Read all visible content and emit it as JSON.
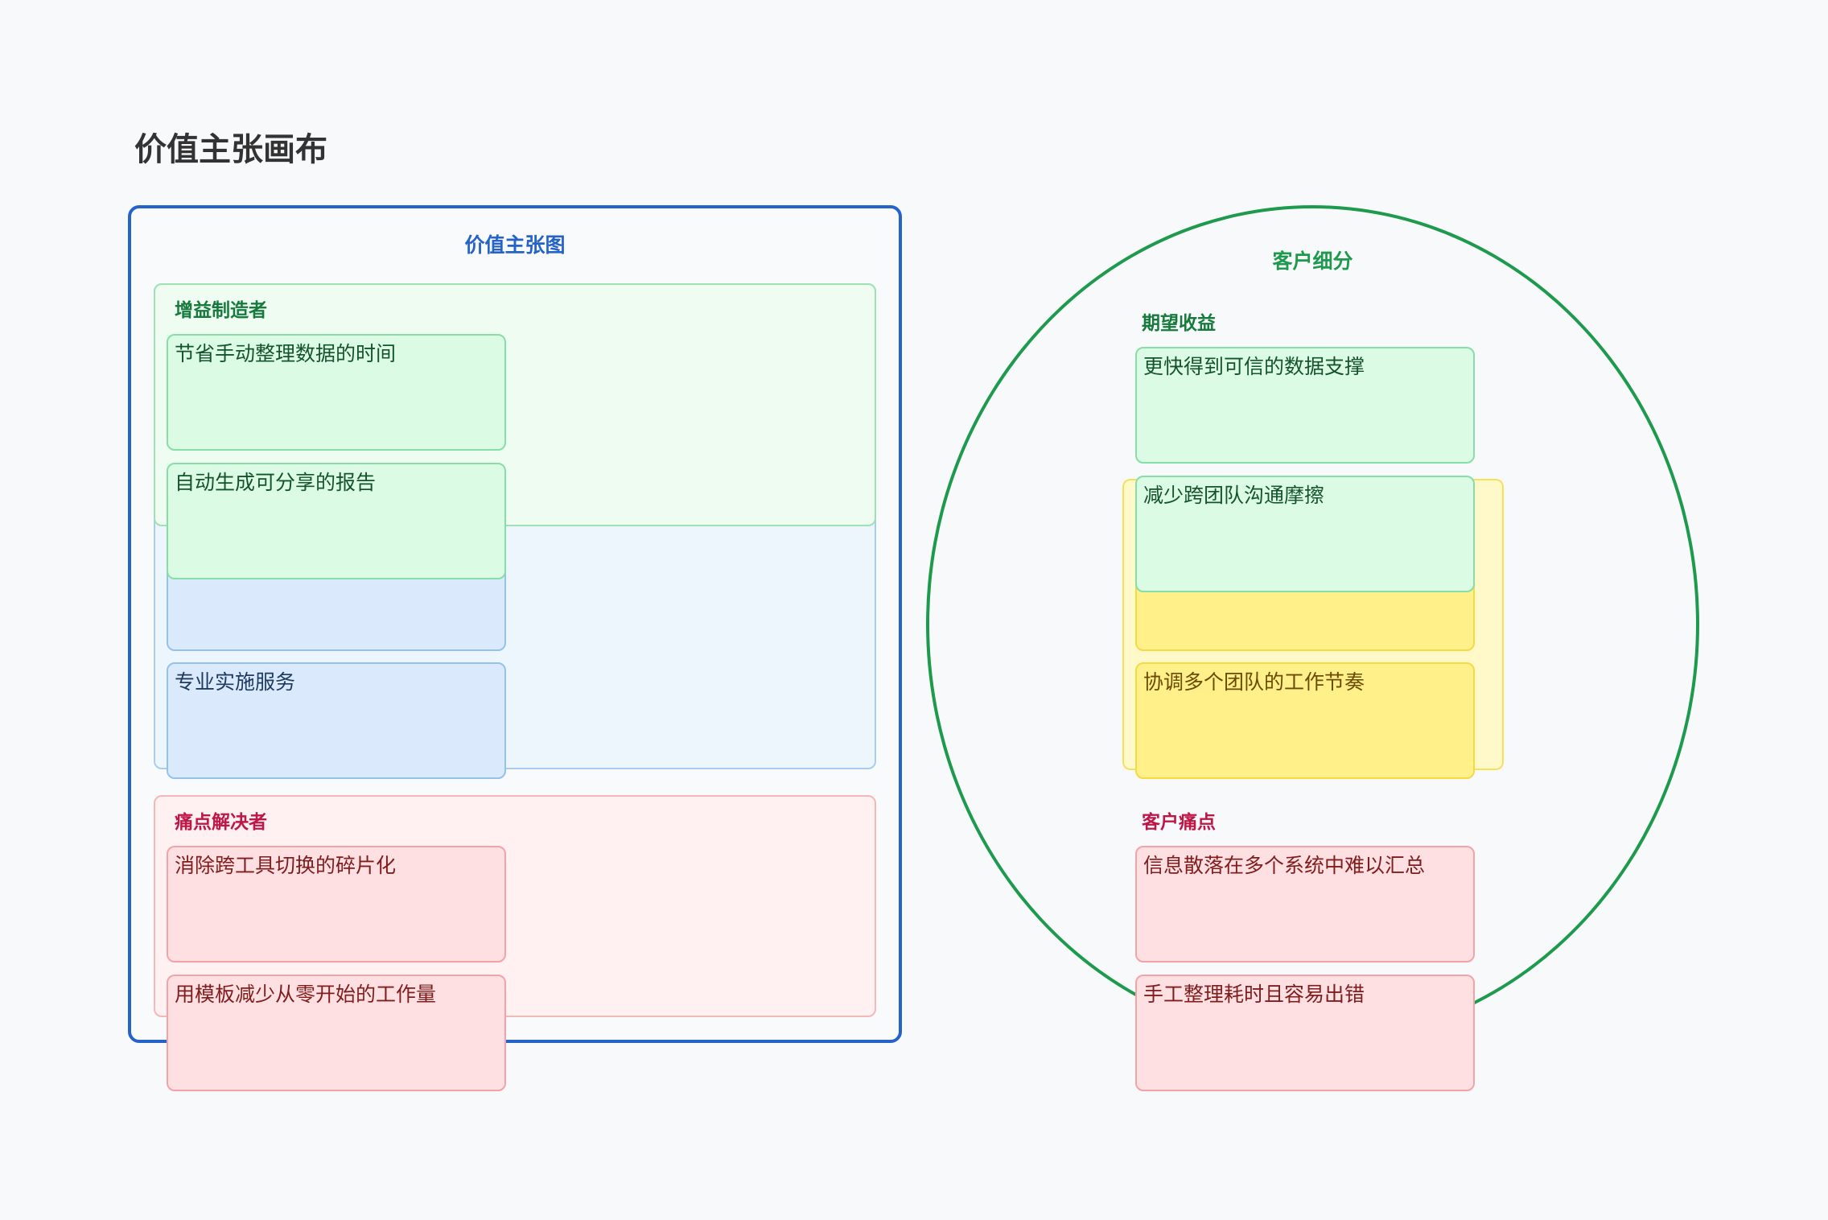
{
  "title": "价值主张画布",
  "value_map": {
    "heading": "价值主张图",
    "gain_creators": {
      "label": "增益制造者",
      "items": [
        "节省手动整理数据的时间",
        "自动生成可分享的报告"
      ]
    },
    "products_services": {
      "items": [
        "",
        "专业实施服务"
      ]
    },
    "pain_relievers": {
      "label": "痛点解决者",
      "items": [
        "消除跨工具切换的碎片化",
        "用模板减少从零开始的工作量"
      ]
    }
  },
  "customer_segment": {
    "heading": "客户细分",
    "gains": {
      "label": "期望收益",
      "items": [
        "更快得到可信的数据支撑",
        "减少跨团队沟通摩擦"
      ]
    },
    "jobs": {
      "items": [
        "",
        "协调多个团队的工作节奏"
      ]
    },
    "pains": {
      "label": "客户痛点",
      "items": [
        "信息散落在多个系统中难以汇总",
        "手工整理耗时且容易出错"
      ]
    }
  },
  "colors": {
    "value_map_border": "#2563c9",
    "customer_border": "#1e9a4d",
    "gain": "#dcfbe5",
    "product": "#dbe9fd",
    "pain": "#ffe0e2",
    "job": "#fff08a"
  }
}
